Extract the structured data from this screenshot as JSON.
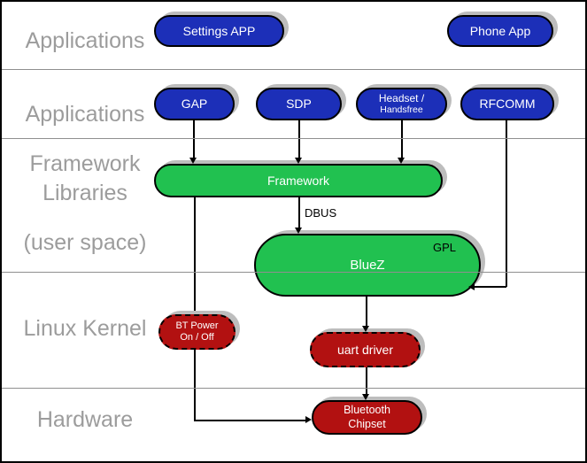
{
  "diagram": {
    "type": "bluetooth-software-stack-architecture",
    "layers": {
      "applications": {
        "label": "Applications"
      },
      "applications_framework": {
        "line1": "Applications",
        "line2": "Framework"
      },
      "libraries": {
        "line1": "Libraries",
        "line2": "(user space)"
      },
      "linux_kernel": {
        "label": "Linux Kernel"
      },
      "hardware": {
        "label": "Hardware"
      }
    },
    "nodes": {
      "settings_app": {
        "label": "Settings APP",
        "fill": "#1c2fb8",
        "text_color": "#ffffff",
        "border_style": "solid"
      },
      "phone_app": {
        "label": "Phone App",
        "fill": "#1c2fb8",
        "text_color": "#ffffff",
        "border_style": "solid"
      },
      "gap": {
        "label": "GAP",
        "fill": "#1c2fb8",
        "text_color": "#ffffff",
        "border_style": "solid"
      },
      "sdp": {
        "label": "SDP",
        "fill": "#1c2fb8",
        "text_color": "#ffffff",
        "border_style": "solid"
      },
      "headset": {
        "line1": "Headset /",
        "line2": "Handsfree",
        "fill": "#1c2fb8",
        "text_color": "#ffffff",
        "border_style": "solid"
      },
      "rfcomm": {
        "label": "RFCOMM",
        "fill": "#1c2fb8",
        "text_color": "#ffffff",
        "border_style": "solid"
      },
      "framework": {
        "label": "Framework",
        "fill": "#21c150",
        "text_color": "#ffffff",
        "border_style": "solid"
      },
      "bluez": {
        "label": "BlueZ",
        "license_tag": "GPL",
        "fill": "#21c150",
        "text_color": "#ffffff",
        "border_style": "solid"
      },
      "bt_power": {
        "line1": "BT Power",
        "line2": "On / Off",
        "fill": "#b21111",
        "text_color": "#ffffff",
        "border_style": "dashed"
      },
      "uart_driver": {
        "label": "uart driver",
        "fill": "#b21111",
        "text_color": "#ffffff",
        "border_style": "dashed"
      },
      "bluetooth_chipset": {
        "line1": "Bluetooth",
        "line2": "Chipset",
        "fill": "#b21111",
        "text_color": "#ffffff",
        "border_style": "solid"
      }
    },
    "edges": {
      "dbus_label": "DBUS",
      "connections": [
        "GAP -> Framework",
        "SDP -> Framework",
        "Headset/Handsfree -> Framework",
        "RFCOMM -> BlueZ",
        "Framework -> BlueZ (DBUS)",
        "Framework -> Bluetooth Chipset (through BT Power On / Off)",
        "BlueZ -> uart driver",
        "uart driver -> Bluetooth Chipset"
      ]
    },
    "colors": {
      "node_blue": "#1c2fb8",
      "node_green": "#21c150",
      "node_red": "#b21111",
      "layer_label_gray": "#9c9c9c",
      "divider_gray": "#8f8f8f",
      "shadow_gray": "#bdbdbd",
      "connector_black": "#000000",
      "background": "#ffffff"
    }
  }
}
